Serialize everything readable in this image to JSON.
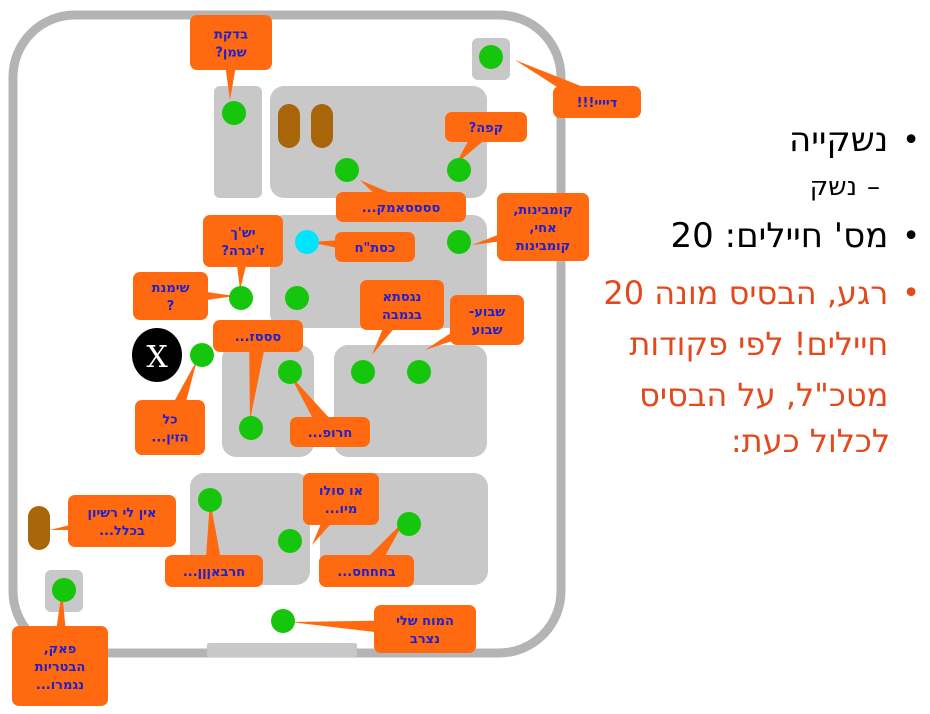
{
  "bullets": [
    {
      "text": "נשקייה",
      "sub": "נשק"
    },
    {
      "text": "מס' חיילים: 20"
    },
    {
      "text": "רגע, הבסיס מונה 20 חיילים! לפי פקודות מטכ\"ל, על הבסיס"
    },
    {
      "text": "לכלול כעת:"
    }
  ],
  "callouts": {
    "oil_check": "בדקת\nשמן?",
    "diiii": "דיייי!!!",
    "coffee": "קפה?",
    "sosam": "ססססאמק...",
    "combinations": "קומבינות,\nאחי,\nקומבינות",
    "katkah": "כסת\"ח",
    "cigarette": "יש'ך\nז'יגרה?",
    "shift": "שימנת\n?",
    "nagasta": "נגסתא\nבגמבה",
    "week": "שבוע-\nשבוע",
    "soz": "סססז...",
    "all_lazin": "כל\nהזין...",
    "kharof": "חרופ...",
    "no_license": "אין לי רשיון\nבכלל...",
    "or_solo": "או סולו\nמיו...",
    "kharbaan": "חרבאןןן...",
    "bakhakhas": "בחחחס...",
    "brain": "המוח שלי\nנצרב",
    "fak": "פאק,\nהבטריות\nנגמרו..."
  },
  "x_label": "X",
  "colors": {
    "callout": "#ff6a10",
    "callout_text": "#2020cc",
    "room": "#c8c8c8",
    "border": "#b4b4b4",
    "green": "#16c60c",
    "cyan": "#00e5ff",
    "brown": "#a9650a",
    "bullet_red": "#e34a1b"
  }
}
